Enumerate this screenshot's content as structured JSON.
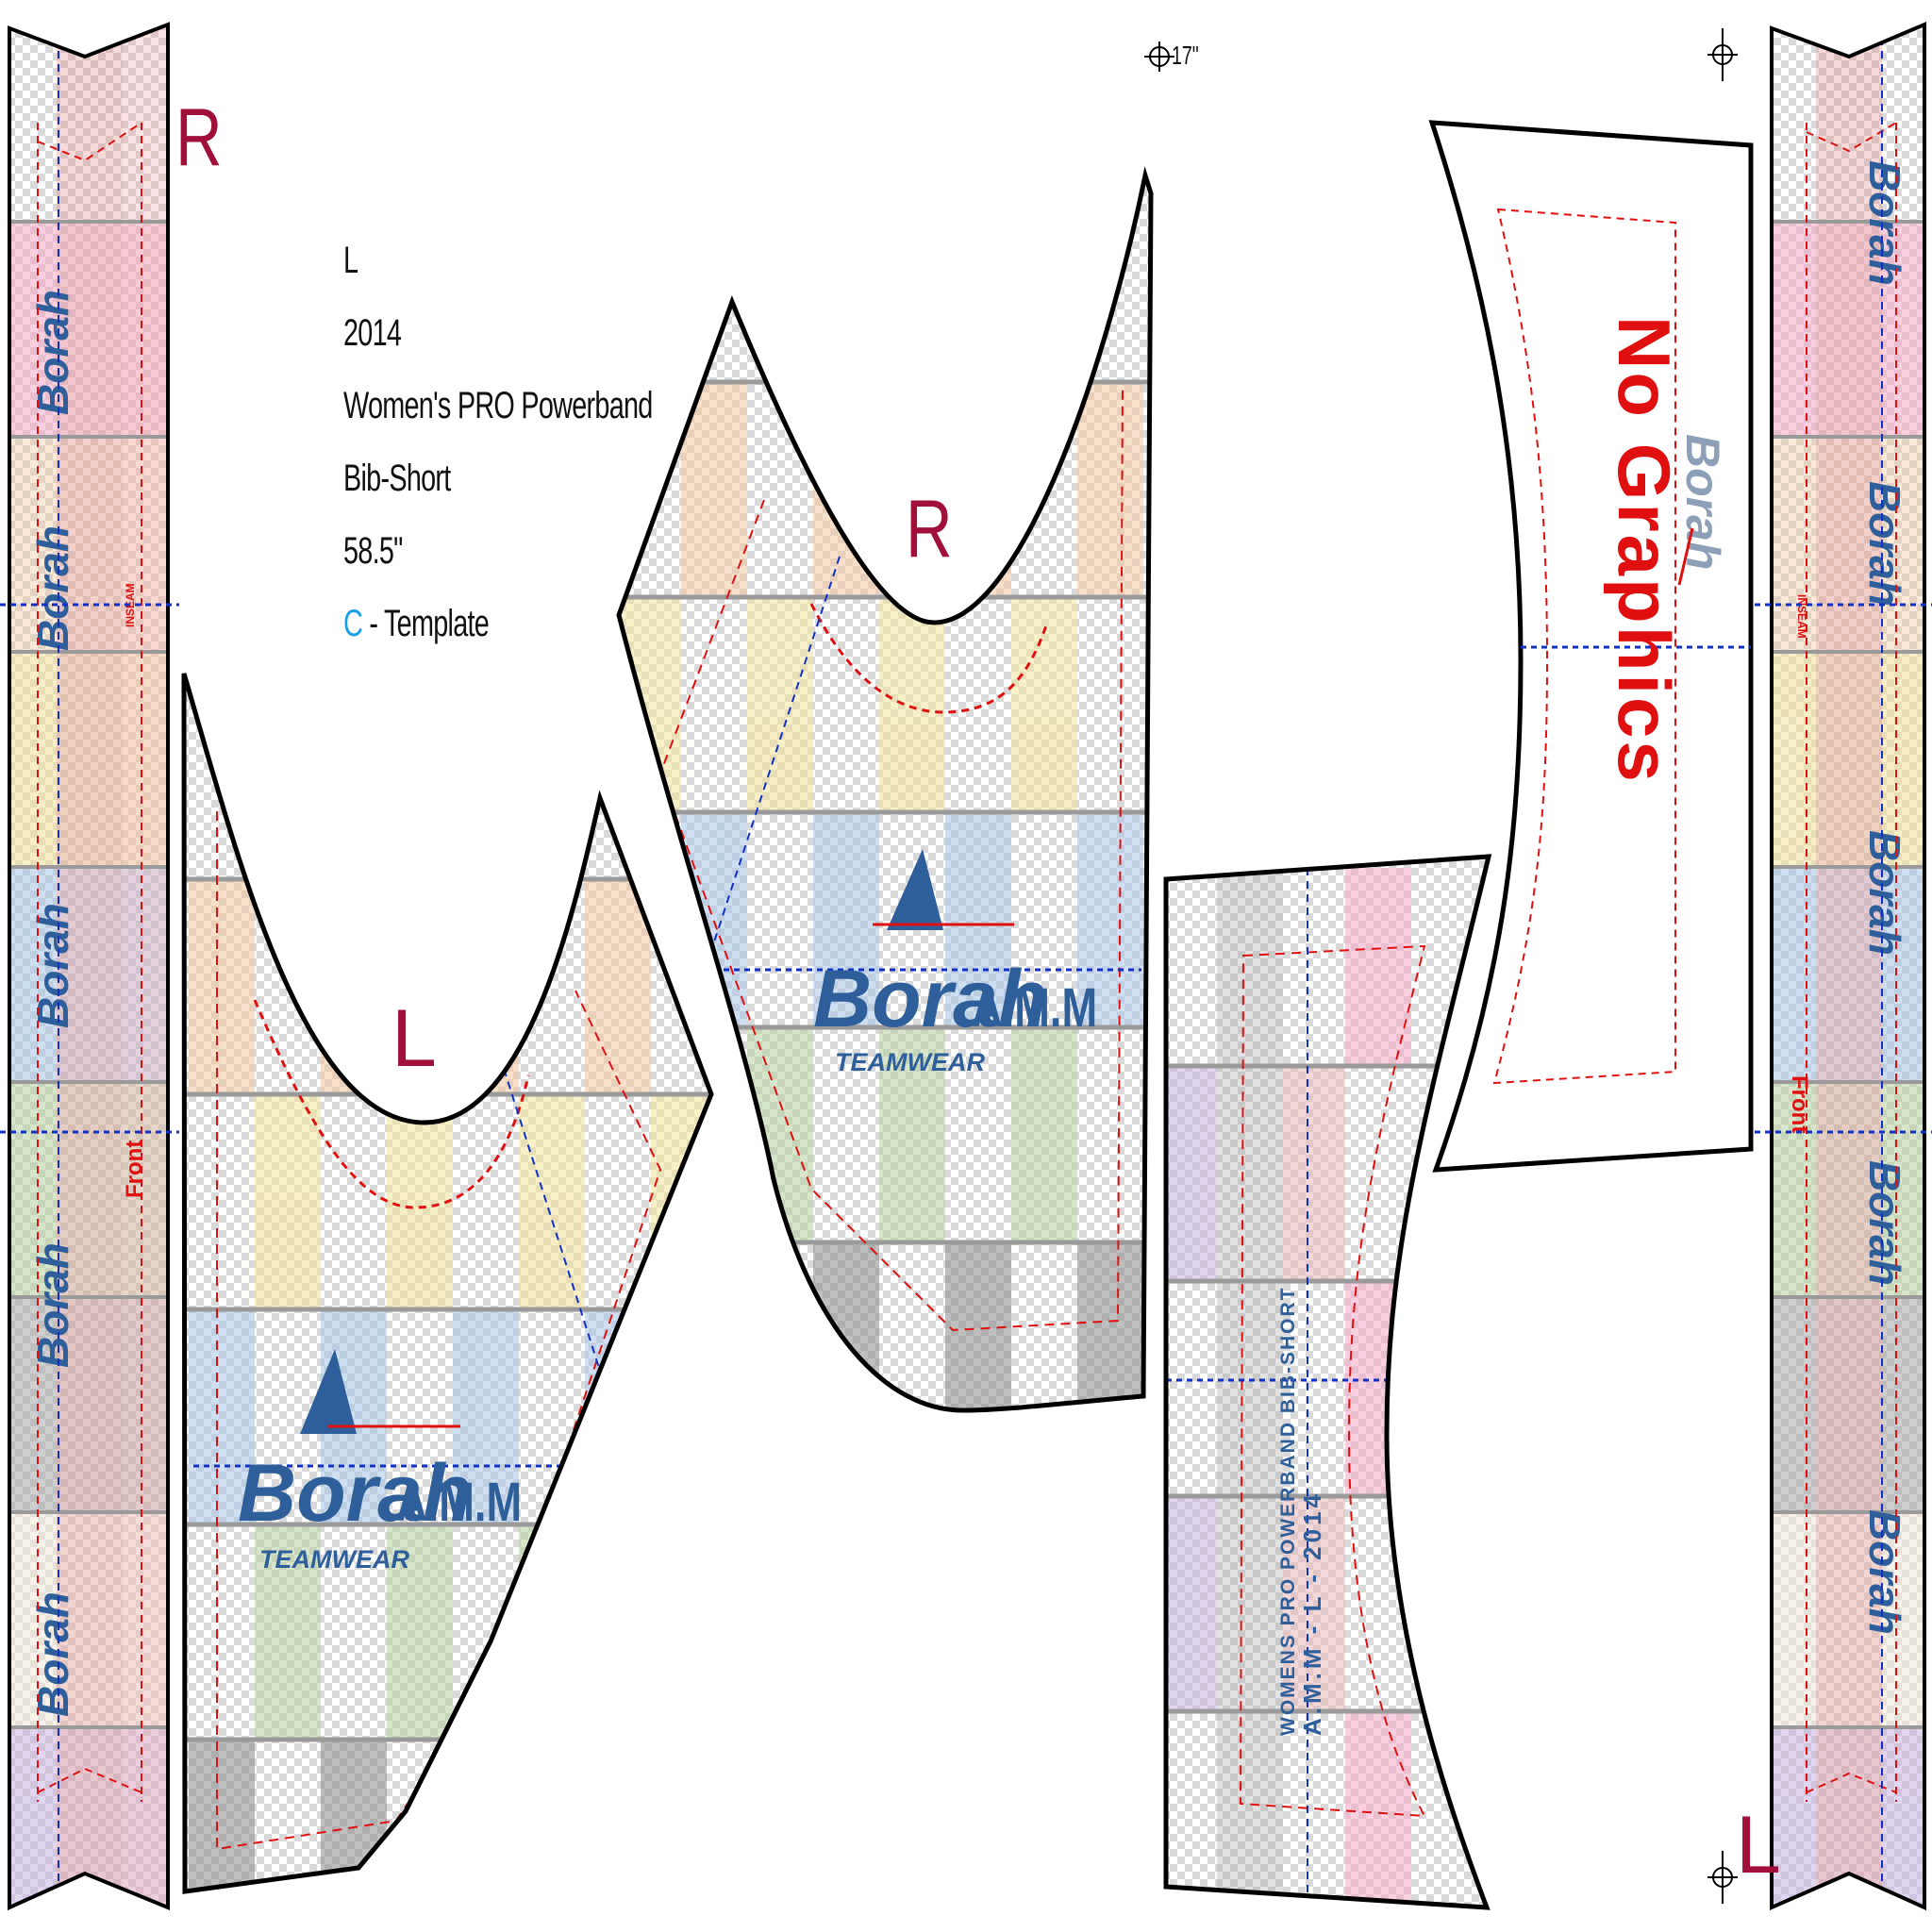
{
  "spec": {
    "size": "L",
    "year": "2014",
    "product": "Women's PRO Powerband",
    "product_type": "Bib-Short",
    "length": "58.5\"",
    "template_letter": "C",
    "template_suffix": " - Template"
  },
  "markers": {
    "top_right_R": "R",
    "back_L": "L",
    "back_R": "R",
    "bottom_right_L": "L",
    "width_note": "17\""
  },
  "logo": {
    "brand": "Borah",
    "suffix": "A.M.M",
    "tagline": "TEAMWEAR"
  },
  "waistband": {
    "text": "No Graphics"
  },
  "insert": {
    "line1": "WOMENS PRO POWERBAND BIB-SHORT",
    "line2": "A.M.M   -   L   -   2014"
  },
  "straps": {
    "front": "Front",
    "inseam": "INSEAM"
  },
  "colors": {
    "cutline": "#000000",
    "stitch": "#e01010",
    "center": "#1030c8",
    "logo": "#2e5f9a",
    "marker": "#a0103a",
    "accent": "#1aa0e6"
  },
  "stripe_palette": [
    "#e9b9b9",
    "#f6a9c7",
    "#f2c79e",
    "#f3e39a",
    "#a9c6e8",
    "#b7d2a0",
    "#a9a9a9",
    "#f1ead9",
    "#c9b4e2"
  ]
}
